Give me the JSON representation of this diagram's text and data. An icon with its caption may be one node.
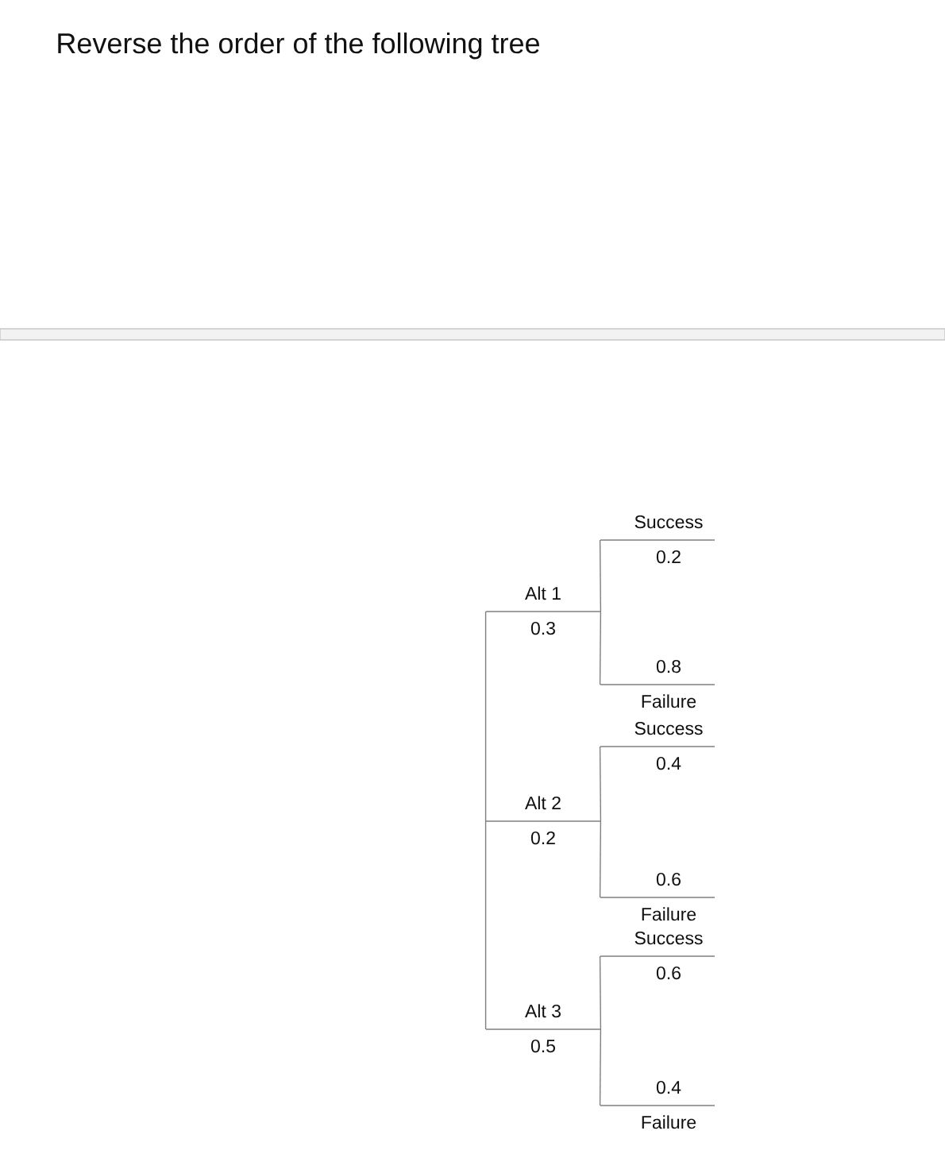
{
  "diagram": {
    "title": "Reverse the order of the following tree",
    "nodes": [
      {
        "text": [
          "Success",
          "0.2"
        ]
      },
      {
        "text": [
          "Alt 1",
          "0.3"
        ]
      },
      {
        "text": [
          "0.8",
          "Failure"
        ]
      },
      {
        "text": [
          "Success",
          "0.4"
        ]
      },
      {
        "text": [
          "Alt 2",
          "0.2"
        ]
      },
      {
        "text": [
          "0.6",
          "Failure"
        ]
      },
      {
        "text": [
          "Success",
          "0.6"
        ]
      },
      {
        "text": [
          "Alt 3",
          "0.5"
        ]
      },
      {
        "text": [
          "0.4",
          "Failure"
        ]
      }
    ],
    "edges": [
      {
        "from": 1,
        "to": 0,
        "arrow": "none"
      },
      {
        "from": 1,
        "to": 2,
        "arrow": "none"
      },
      {
        "from": 4,
        "to": 3,
        "arrow": "none"
      },
      {
        "from": 4,
        "to": 5,
        "arrow": "none"
      },
      {
        "from": 7,
        "to": 6,
        "arrow": "none"
      },
      {
        "from": 7,
        "to": 8,
        "arrow": "none"
      },
      {
        "from": 1,
        "to": 4,
        "arrow": "none"
      },
      {
        "from": 4,
        "to": 7,
        "arrow": "none"
      }
    ]
  }
}
